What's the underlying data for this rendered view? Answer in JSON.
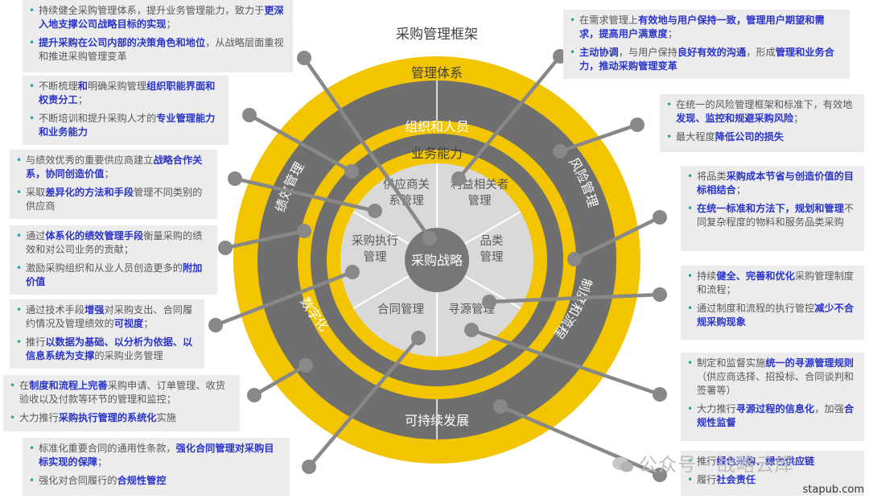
{
  "title": "采购管理框架",
  "colors": {
    "yellow": "#f2c500",
    "darkgray": "#6f6f6f",
    "lightgray": "#d9d9d9",
    "center": "#777777",
    "connector": "#888888",
    "bullet": "#2e9c9a",
    "highlight": "#2b35c9",
    "box_bg": "#ececec"
  },
  "rings": {
    "outer_top": "管理体系",
    "outer_bottom": "可持续发展",
    "outer_left_top": "绩效管理",
    "outer_left_bottom": "数字化",
    "outer_right_top": "风险管理",
    "outer_right_bottom": "制度和流程",
    "middle_top": "组织和人员",
    "inner_top": "业务能力"
  },
  "core": {
    "center": "采购战略",
    "segments": [
      "利益相关者\n管理",
      "品类\n管理",
      "寻源管理",
      "合同管理",
      "采购执行\n管理",
      "供应商关\n系管理"
    ]
  },
  "left_boxes": [
    {
      "items": [
        [
          [
            "持续健全采购管理体系，提升业务管理能力，致力于",
            0
          ],
          [
            "更深入地支撑公司战略目标的实现",
            1
          ],
          [
            "；",
            0
          ]
        ],
        [
          [
            "提升采购在公司内部的决策角色和地位",
            1
          ],
          [
            "，从战略层面重视和推进采购管理变革",
            0
          ]
        ]
      ]
    },
    {
      "items": [
        [
          [
            "不断梳理",
            0
          ],
          [
            "和",
            1
          ],
          [
            "明确采购管理",
            0
          ],
          [
            "组织职能界面和权责分工",
            1
          ],
          [
            "；",
            0
          ]
        ],
        [
          [
            "不断培训和提升采购人才的",
            0
          ],
          [
            "专业管理能力和业务能力",
            1
          ]
        ]
      ]
    },
    {
      "items": [
        [
          [
            "与绩效优秀的重要供应商建立",
            0
          ],
          [
            "战略合作关系，协同创造价值",
            1
          ],
          [
            "；",
            0
          ]
        ],
        [
          [
            "采取",
            0
          ],
          [
            "差异化的方法和手段",
            1
          ],
          [
            "管理不同类别的供应商",
            0
          ]
        ]
      ]
    },
    {
      "items": [
        [
          [
            "通过",
            0
          ],
          [
            "体系化的绩效管理手段",
            1
          ],
          [
            "衡量采购的绩效和对公司业务的贡献；",
            0
          ]
        ],
        [
          [
            "激励采购组织和从业人员创造更多的",
            0
          ],
          [
            "附加价值",
            1
          ]
        ]
      ]
    },
    {
      "items": [
        [
          [
            "通过技术手段",
            0
          ],
          [
            "增强",
            1
          ],
          [
            "对采购支出、合同履约情况及管理绩效的",
            0
          ],
          [
            "可视度",
            1
          ],
          [
            "；",
            0
          ]
        ],
        [
          [
            "推行",
            0
          ],
          [
            "以数据为基础、以分析为依据、以信息系统为支撑",
            1
          ],
          [
            "的采购业务管理",
            0
          ]
        ]
      ]
    },
    {
      "items": [
        [
          [
            "在",
            0
          ],
          [
            "制度和流程上完善",
            1
          ],
          [
            "采购申请、订单管理、收货验收以及付款等环节的管理和监控；",
            0
          ]
        ],
        [
          [
            "大力推行",
            0
          ],
          [
            "采购执行管理的系统化",
            1
          ],
          [
            "实施",
            0
          ]
        ]
      ]
    },
    {
      "items": [
        [
          [
            "标准化重要合同的通用性条款，",
            0
          ],
          [
            "强化合同管理对采购目标实现的保障",
            1
          ],
          [
            "；",
            0
          ]
        ],
        [
          [
            "强化对合同履行的",
            0
          ],
          [
            "合规性管控",
            1
          ]
        ]
      ]
    }
  ],
  "right_boxes": [
    {
      "items": [
        [
          [
            "在需求管理上",
            0
          ],
          [
            "有效地与用户保持一致，管理用户期望和需求，提高用户满意度",
            1
          ],
          [
            "；",
            0
          ]
        ],
        [
          [
            "主动协调",
            1
          ],
          [
            "，与用户保持",
            0
          ],
          [
            "良好有效的沟通",
            1
          ],
          [
            "，形成",
            0
          ],
          [
            "管理和业务合力，推动采购管理变革",
            1
          ]
        ]
      ]
    },
    {
      "items": [
        [
          [
            "在统一的风险管理框架和标准下，有效地",
            0
          ],
          [
            "发现、监控和规避采购风险",
            1
          ],
          [
            "；",
            0
          ]
        ],
        [
          [
            "最大程度",
            0
          ],
          [
            "降低公司的损失",
            1
          ]
        ]
      ]
    },
    {
      "items": [
        [
          [
            "将品类",
            0
          ],
          [
            "采购成本节省与创造价值的目标相结合",
            1
          ],
          [
            "；",
            0
          ]
        ],
        [
          [
            "在统一标准和方法下，规划和管理",
            1
          ],
          [
            "不同复杂程度的物料和服务品类采购",
            0
          ]
        ]
      ]
    },
    {
      "items": [
        [
          [
            "持续",
            0
          ],
          [
            "健全、完善和优化",
            1
          ],
          [
            "采购管理制度和流程；",
            0
          ]
        ],
        [
          [
            "通过制度和流程的执行管控",
            0
          ],
          [
            "减少不合规采购现象",
            1
          ]
        ]
      ]
    },
    {
      "items": [
        [
          [
            "制定和监督实施",
            0
          ],
          [
            "统一的寻源管理规则",
            1
          ],
          [
            "（供应商选择、招投标、合同谈判和签署等）",
            0
          ]
        ],
        [
          [
            "大力推行",
            0
          ],
          [
            "寻源过程的信息化",
            1
          ],
          [
            "，加强",
            0
          ],
          [
            "合规性监督",
            1
          ]
        ]
      ]
    },
    {
      "items": [
        [
          [
            "推行",
            0
          ],
          [
            "绿色采购、绿色供应链",
            1
          ]
        ],
        [
          [
            "履行",
            0
          ],
          [
            "社会责任",
            1
          ]
        ]
      ]
    }
  ],
  "watermark": "公众号 · 战略云库",
  "source": "stapub.com"
}
